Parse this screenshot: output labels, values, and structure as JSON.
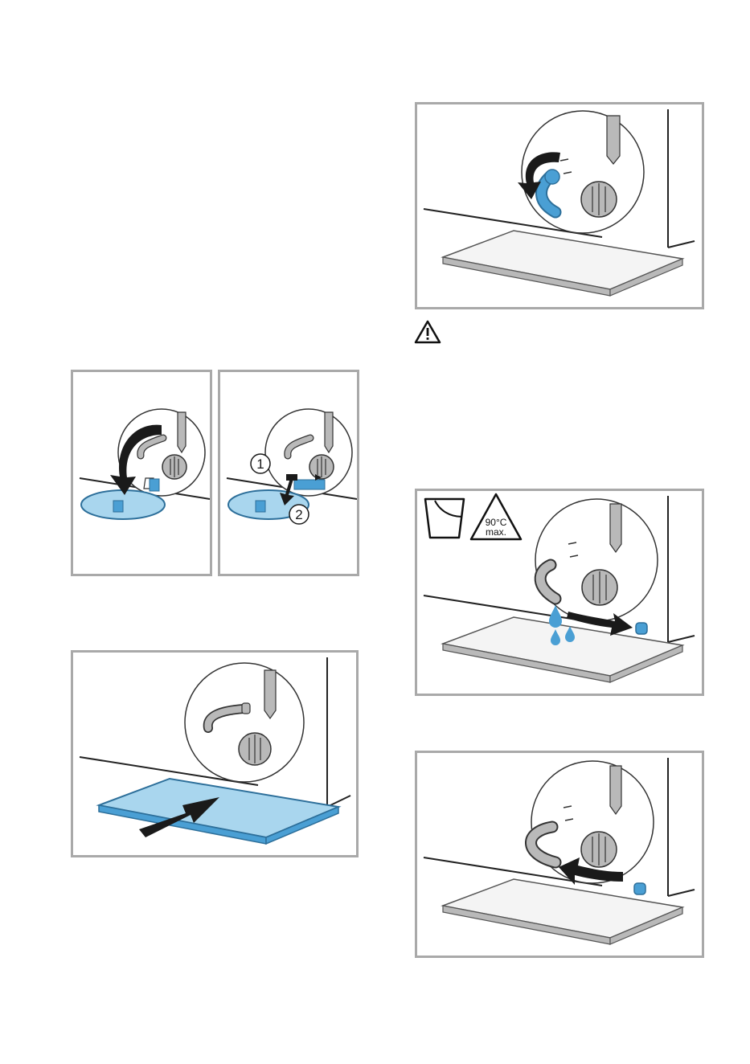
{
  "illustrations": [
    {
      "id": "step-open-flap",
      "step_marks": []
    },
    {
      "id": "step-open-flap-detail",
      "step_marks": [
        "1",
        "2"
      ]
    },
    {
      "id": "step-insert-tray",
      "step_marks": []
    },
    {
      "id": "step-pull-hose",
      "step_marks": []
    },
    {
      "id": "step-drain-water",
      "step_marks": []
    },
    {
      "id": "step-reinsert-plug",
      "step_marks": []
    }
  ],
  "warning_symbol": "warning-triangle-icon",
  "temperature_sign": {
    "line1": "90°C",
    "line2": "max."
  },
  "colors": {
    "accent_blue": "#4a9fd4",
    "light_blue": "#a9d6ee",
    "frame": "#a9a9a9",
    "gray_part": "#b9b9b9",
    "outline": "#333333"
  }
}
